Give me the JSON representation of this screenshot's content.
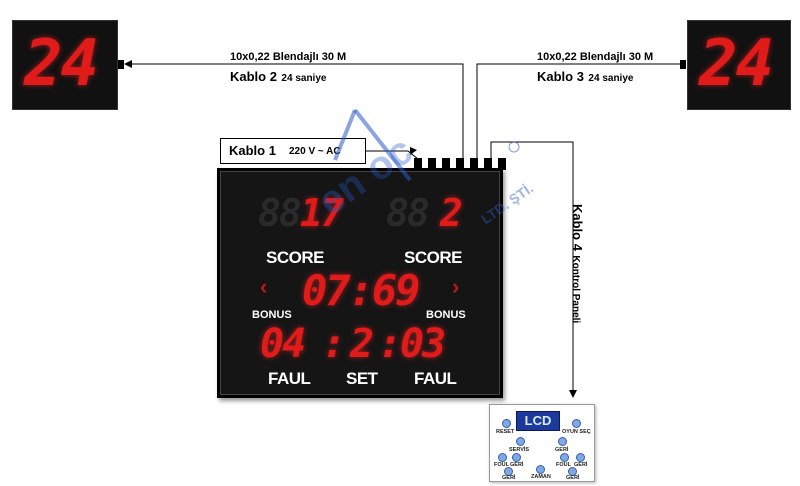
{
  "shot_clocks": {
    "left": "24",
    "right": "24"
  },
  "cables": {
    "kablo2": {
      "spec": "10x0,22 Blendajlı 30 M",
      "title": "Kablo 2",
      "sub": "24 saniye"
    },
    "kablo3": {
      "spec": "10x0,22 Blendajlı 30 M",
      "title": "Kablo 3",
      "sub": "24 saniye"
    },
    "kablo1": {
      "title": "Kablo 1",
      "sub": "220 V ~ AC"
    },
    "kablo4": {
      "title": "Kablo 4",
      "sub": "Kontrol Paneli"
    }
  },
  "scoreboard": {
    "home_score_dim": "88",
    "home_score": "17",
    "away_score_dim": "88",
    "away_score": "2",
    "score_label": "SCORE",
    "time": "07:69",
    "bonus_label": "BONUS",
    "home_foul": "04",
    "set_value": "2",
    "away_foul": "03",
    "faul_label": "FAUL",
    "set_label": "SET"
  },
  "watermark": {
    "logo_text": "en oc",
    "company": "LTD. ŞTİ."
  },
  "control_panel": {
    "lcd": "LCD",
    "buttons": [
      "RESET",
      "OYUN SEÇ",
      "SERVİS",
      "GERİ",
      "FOUL",
      "GERİ",
      "FOUL",
      "GERİ",
      "GERİ",
      "ZAMAN",
      "GERİ"
    ]
  },
  "colors": {
    "led_red": "#e11a1a",
    "board_bg": "#151515",
    "lcd_blue": "#1d3a9a",
    "button_blue": "#7fa8e6"
  }
}
